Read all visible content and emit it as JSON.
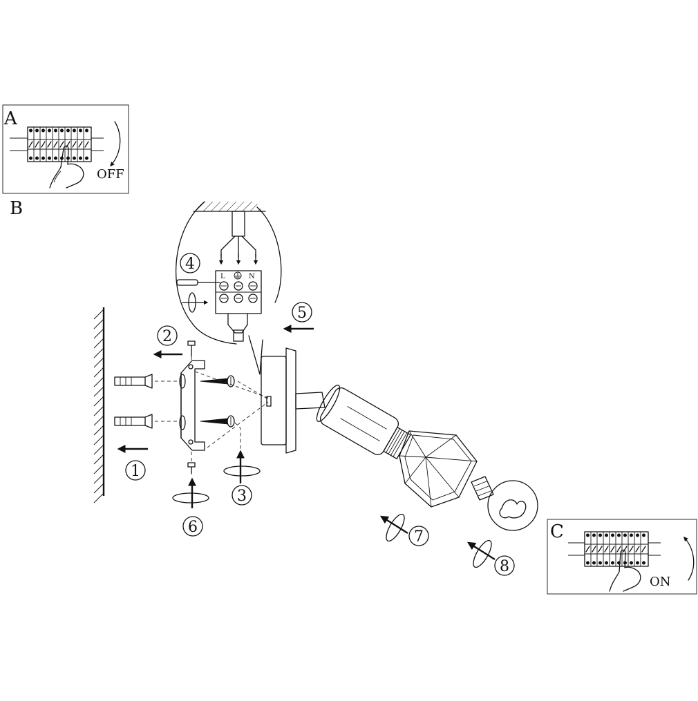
{
  "panels": {
    "a_label": "A",
    "b_label": "B",
    "c_label": "C",
    "off_label": "OFF",
    "on_label": "ON"
  },
  "terminal": {
    "l_label": "L",
    "n_label": "N",
    "earth_icon": "earth-symbol-icon"
  },
  "steps": [
    "1",
    "2",
    "3",
    "4",
    "5",
    "6",
    "7",
    "8"
  ],
  "icons": [
    "hand-pointer-icon",
    "circuit-breaker-icon",
    "screwdriver-icon",
    "rotation-arrow-icon",
    "push-arrow-icon",
    "light-bulb-icon"
  ]
}
